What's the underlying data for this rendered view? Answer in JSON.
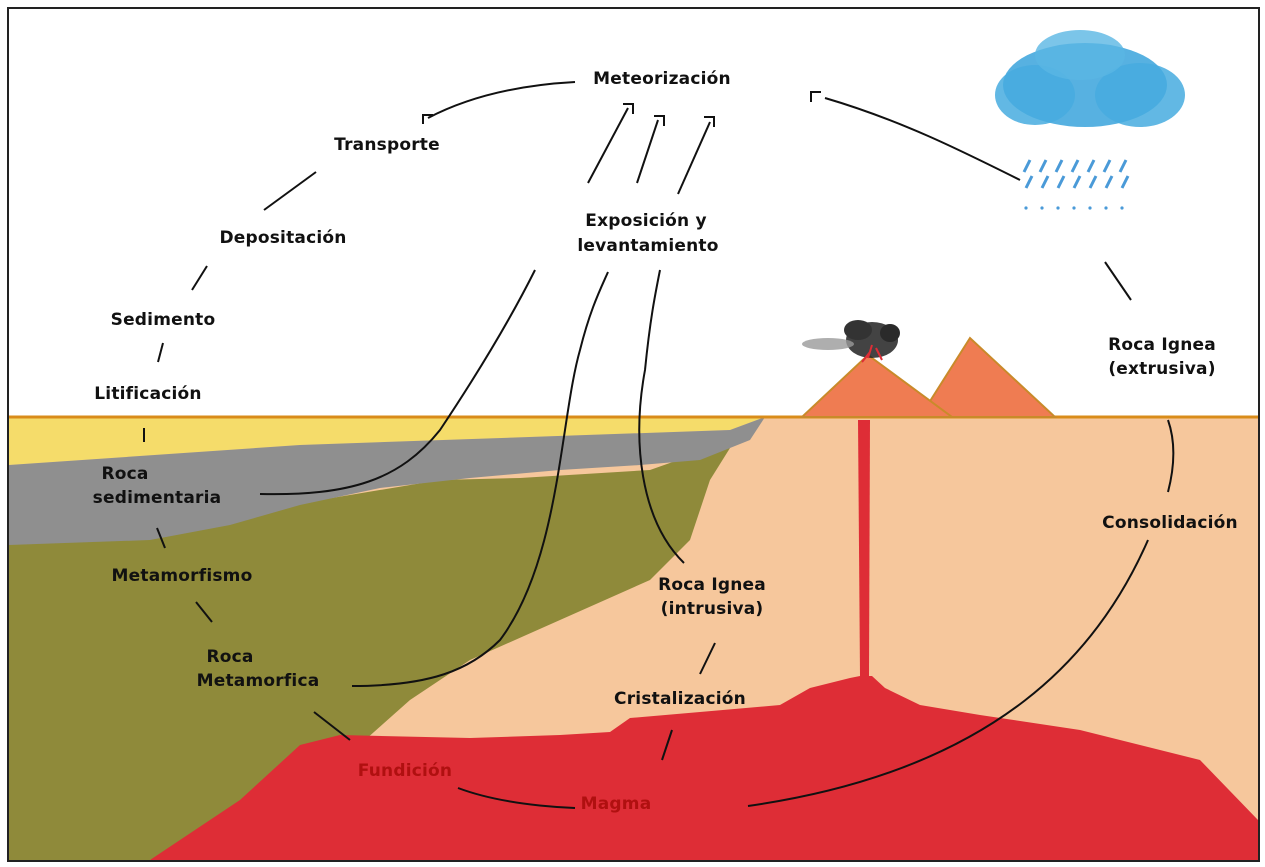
{
  "labels": {
    "meteorizacion": "Meteorización",
    "transporte": "Transporte",
    "depositacion": "Depositación",
    "sedimento": "Sedimento",
    "litificacion": "Litificación",
    "roca_sedimentaria_1": "Roca",
    "roca_sedimentaria_2": "sedimentaria",
    "metamorfismo": "Metamorfismo",
    "roca_metamorfica_1": "Roca",
    "roca_metamorfica_2": "Metamorfica",
    "fundicion": "Fundición",
    "magma": "Magma",
    "cristalizacion": "Cristalización",
    "roca_ignea_intrusiva_1": "Roca Ignea",
    "roca_ignea_intrusiva_2": "(intrusiva)",
    "exposicion_1": "Exposición y",
    "exposicion_2": "levantamiento",
    "roca_ignea_extrusiva_1": "Roca Ignea",
    "roca_ignea_extrusiva_2": "(extrusiva)",
    "consolidacion": "Consolidación"
  },
  "colors": {
    "sky": "#ffffff",
    "horizon_line": "#d98c1a",
    "sand": "#f5dc6a",
    "sedimentary": "#8f8f8f",
    "metamorphic": "#8f8a3a",
    "igneous_crust": "#f6c79c",
    "magma": "#de2d36",
    "volcano": "#ef7c52",
    "volcano_edge": "#c98a2a",
    "cloud": "#3aa3dc",
    "rain": "#4a9ad8",
    "arrow": "#111111"
  },
  "icons": [
    "volcano-icon",
    "ash-cloud-icon",
    "rain-cloud-icon"
  ]
}
